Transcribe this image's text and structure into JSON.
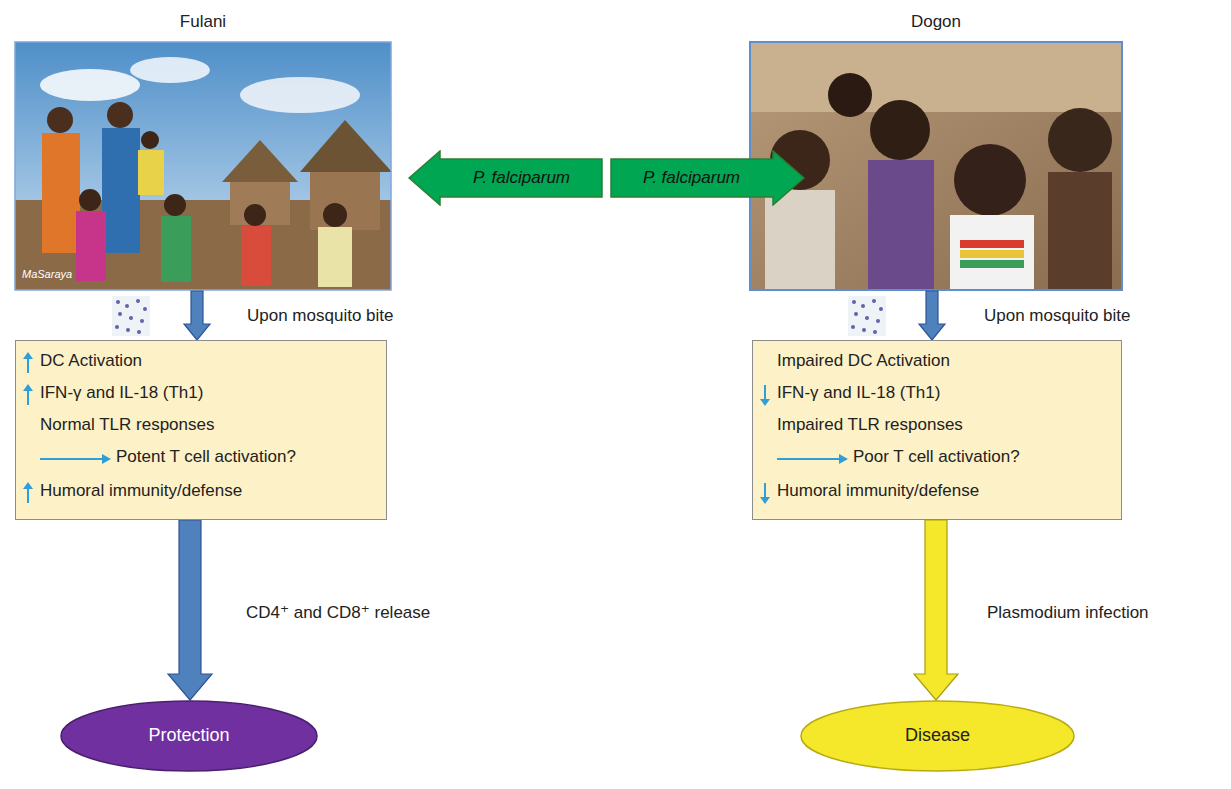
{
  "diagram": {
    "nodes": [
      {
        "text": [
          "Fulani"
        ]
      },
      {
        "text": [
          "Dogon"
        ]
      },
      {
        "text": [
          "P. falciparum"
        ]
      },
      {
        "text": [
          "P. falciparum"
        ]
      },
      {
        "text": [
          "DC Activation",
          "IFN-γ and IL-18 (Th1)",
          "Normal TLR responses",
          "Potent T cell activation?",
          "Humoral immunity/defense"
        ]
      },
      {
        "text": [
          "Impaired DC Activation",
          "IFN-γ and IL-18 (Th1)",
          "Impaired TLR responses",
          "Poor T cell activation?",
          "Humoral immunity/defense"
        ]
      },
      {
        "text": [
          "Protection"
        ]
      },
      {
        "text": [
          "Disease"
        ]
      }
    ],
    "edges": [
      {
        "from": 0,
        "to": 4,
        "label": "Upon mosquito bite",
        "arrow": "to"
      },
      {
        "from": 1,
        "to": 5,
        "label": "Upon mosquito bite",
        "arrow": "to"
      },
      {
        "from": 4,
        "to": 6,
        "label": "CD4⁺ and CD8⁺ release",
        "arrow": "to"
      },
      {
        "from": 5,
        "to": 7,
        "label": "Plasmodium infection",
        "arrow": "to"
      }
    ],
    "labels": [
      "MaSaraya"
    ]
  }
}
